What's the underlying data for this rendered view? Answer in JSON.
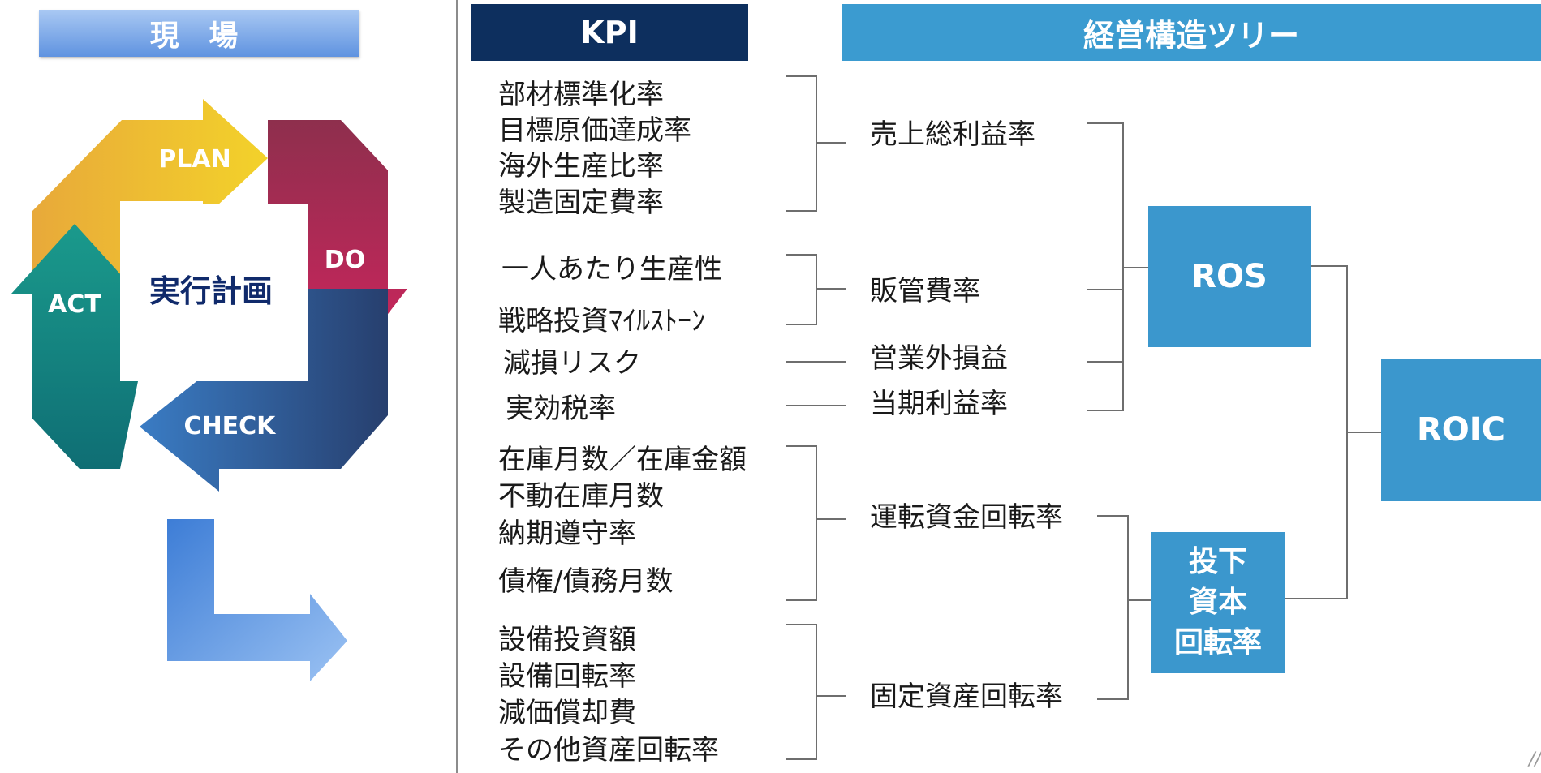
{
  "headers": {
    "genba": "現 場",
    "kpi": "KPI",
    "tree": "経営構造ツリー"
  },
  "pdca": {
    "plan": "PLAN",
    "do": "DO",
    "check": "CHECK",
    "act": "ACT",
    "center": "実行計画",
    "colors": {
      "plan": "#ecc42c",
      "do": "#c0265a",
      "check": "#2f6fb0",
      "act": "#137f7e",
      "center_text": "#102a6b"
    }
  },
  "kpi_groups": [
    {
      "items": [
        "部材標準化率",
        "目標原価達成率",
        "海外生産比率",
        "製造固定費率"
      ]
    },
    {
      "items": [
        "一人あたり生産性",
        "戦略投資ﾏｲﾙｽﾄｰﾝ"
      ]
    },
    {
      "items": [
        "減損リスク"
      ]
    },
    {
      "items": [
        "実効税率"
      ]
    },
    {
      "items": [
        "在庫月数／在庫金額",
        "不動在庫月数",
        "納期遵守率",
        "債権/債務月数"
      ]
    },
    {
      "items": [
        "設備投資額",
        "設備回転率",
        "減価償却費",
        "その他資産回転率"
      ]
    }
  ],
  "metrics": [
    "売上総利益率",
    "販管費率",
    "営業外損益",
    "当期利益率",
    "運転資金回転率",
    "固定資産回転率"
  ],
  "boxes": {
    "ros": "ROS",
    "roic": "ROIC",
    "toka": [
      "投下",
      "資本",
      "回転率"
    ]
  },
  "colors": {
    "kpi_header": "#0d2f5e",
    "tree_header": "#3b9bd0",
    "box": "#3b97cd",
    "genba_header": "#6f9fe4"
  },
  "slide_mark": "//"
}
